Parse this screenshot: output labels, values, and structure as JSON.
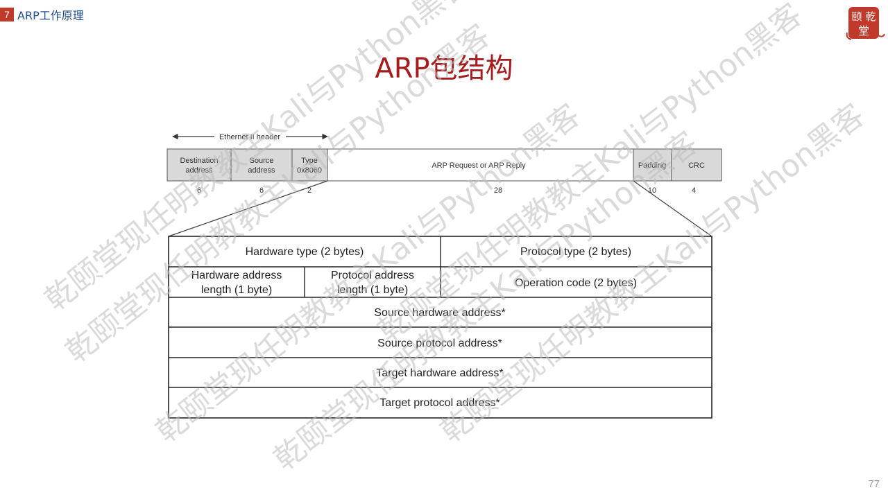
{
  "header": {
    "section_number": "7",
    "section_title": "ARP工作原理"
  },
  "slide": {
    "title": "ARP包结构",
    "page_number": "77"
  },
  "logo": {
    "chars": [
      "颐",
      "乾",
      "堂"
    ],
    "color": "#c0392b"
  },
  "ethernet_frame": {
    "header_label": "Ethernet II header",
    "fields": [
      {
        "line1": "Destination",
        "line2": "address",
        "size": "6"
      },
      {
        "line1": "Source",
        "line2": "address",
        "size": "6"
      },
      {
        "line1": "Type",
        "line2": "0x8060",
        "size": "2"
      },
      {
        "line1": "ARP Request or ARP Reply",
        "line2": "",
        "size": "28"
      },
      {
        "line1": "Padding",
        "line2": "",
        "size": "10"
      },
      {
        "line1": "CRC",
        "line2": "",
        "size": "4"
      }
    ]
  },
  "arp_packet": {
    "hardware_type": "Hardware type (2 bytes)",
    "protocol_type": "Protocol type (2 bytes)",
    "hw_addr_len_1": "Hardware address",
    "hw_addr_len_2": "length (1 byte)",
    "proto_addr_len_1": "Protocol address",
    "proto_addr_len_2": "length (1 byte)",
    "operation_code": "Operation code (2 bytes)",
    "source_hardware": "Source hardware address*",
    "source_protocol": "Source protocol address*",
    "target_hardware": "Target hardware  address*",
    "target_protocol": "Target protocol address*"
  },
  "watermark": {
    "text": "乾颐堂现任明教教主Kali与Python黑客"
  },
  "colors": {
    "accent_red": "#a51c1c",
    "section_blue": "#1f4e8c",
    "field_fill": "#d9d9d9"
  }
}
